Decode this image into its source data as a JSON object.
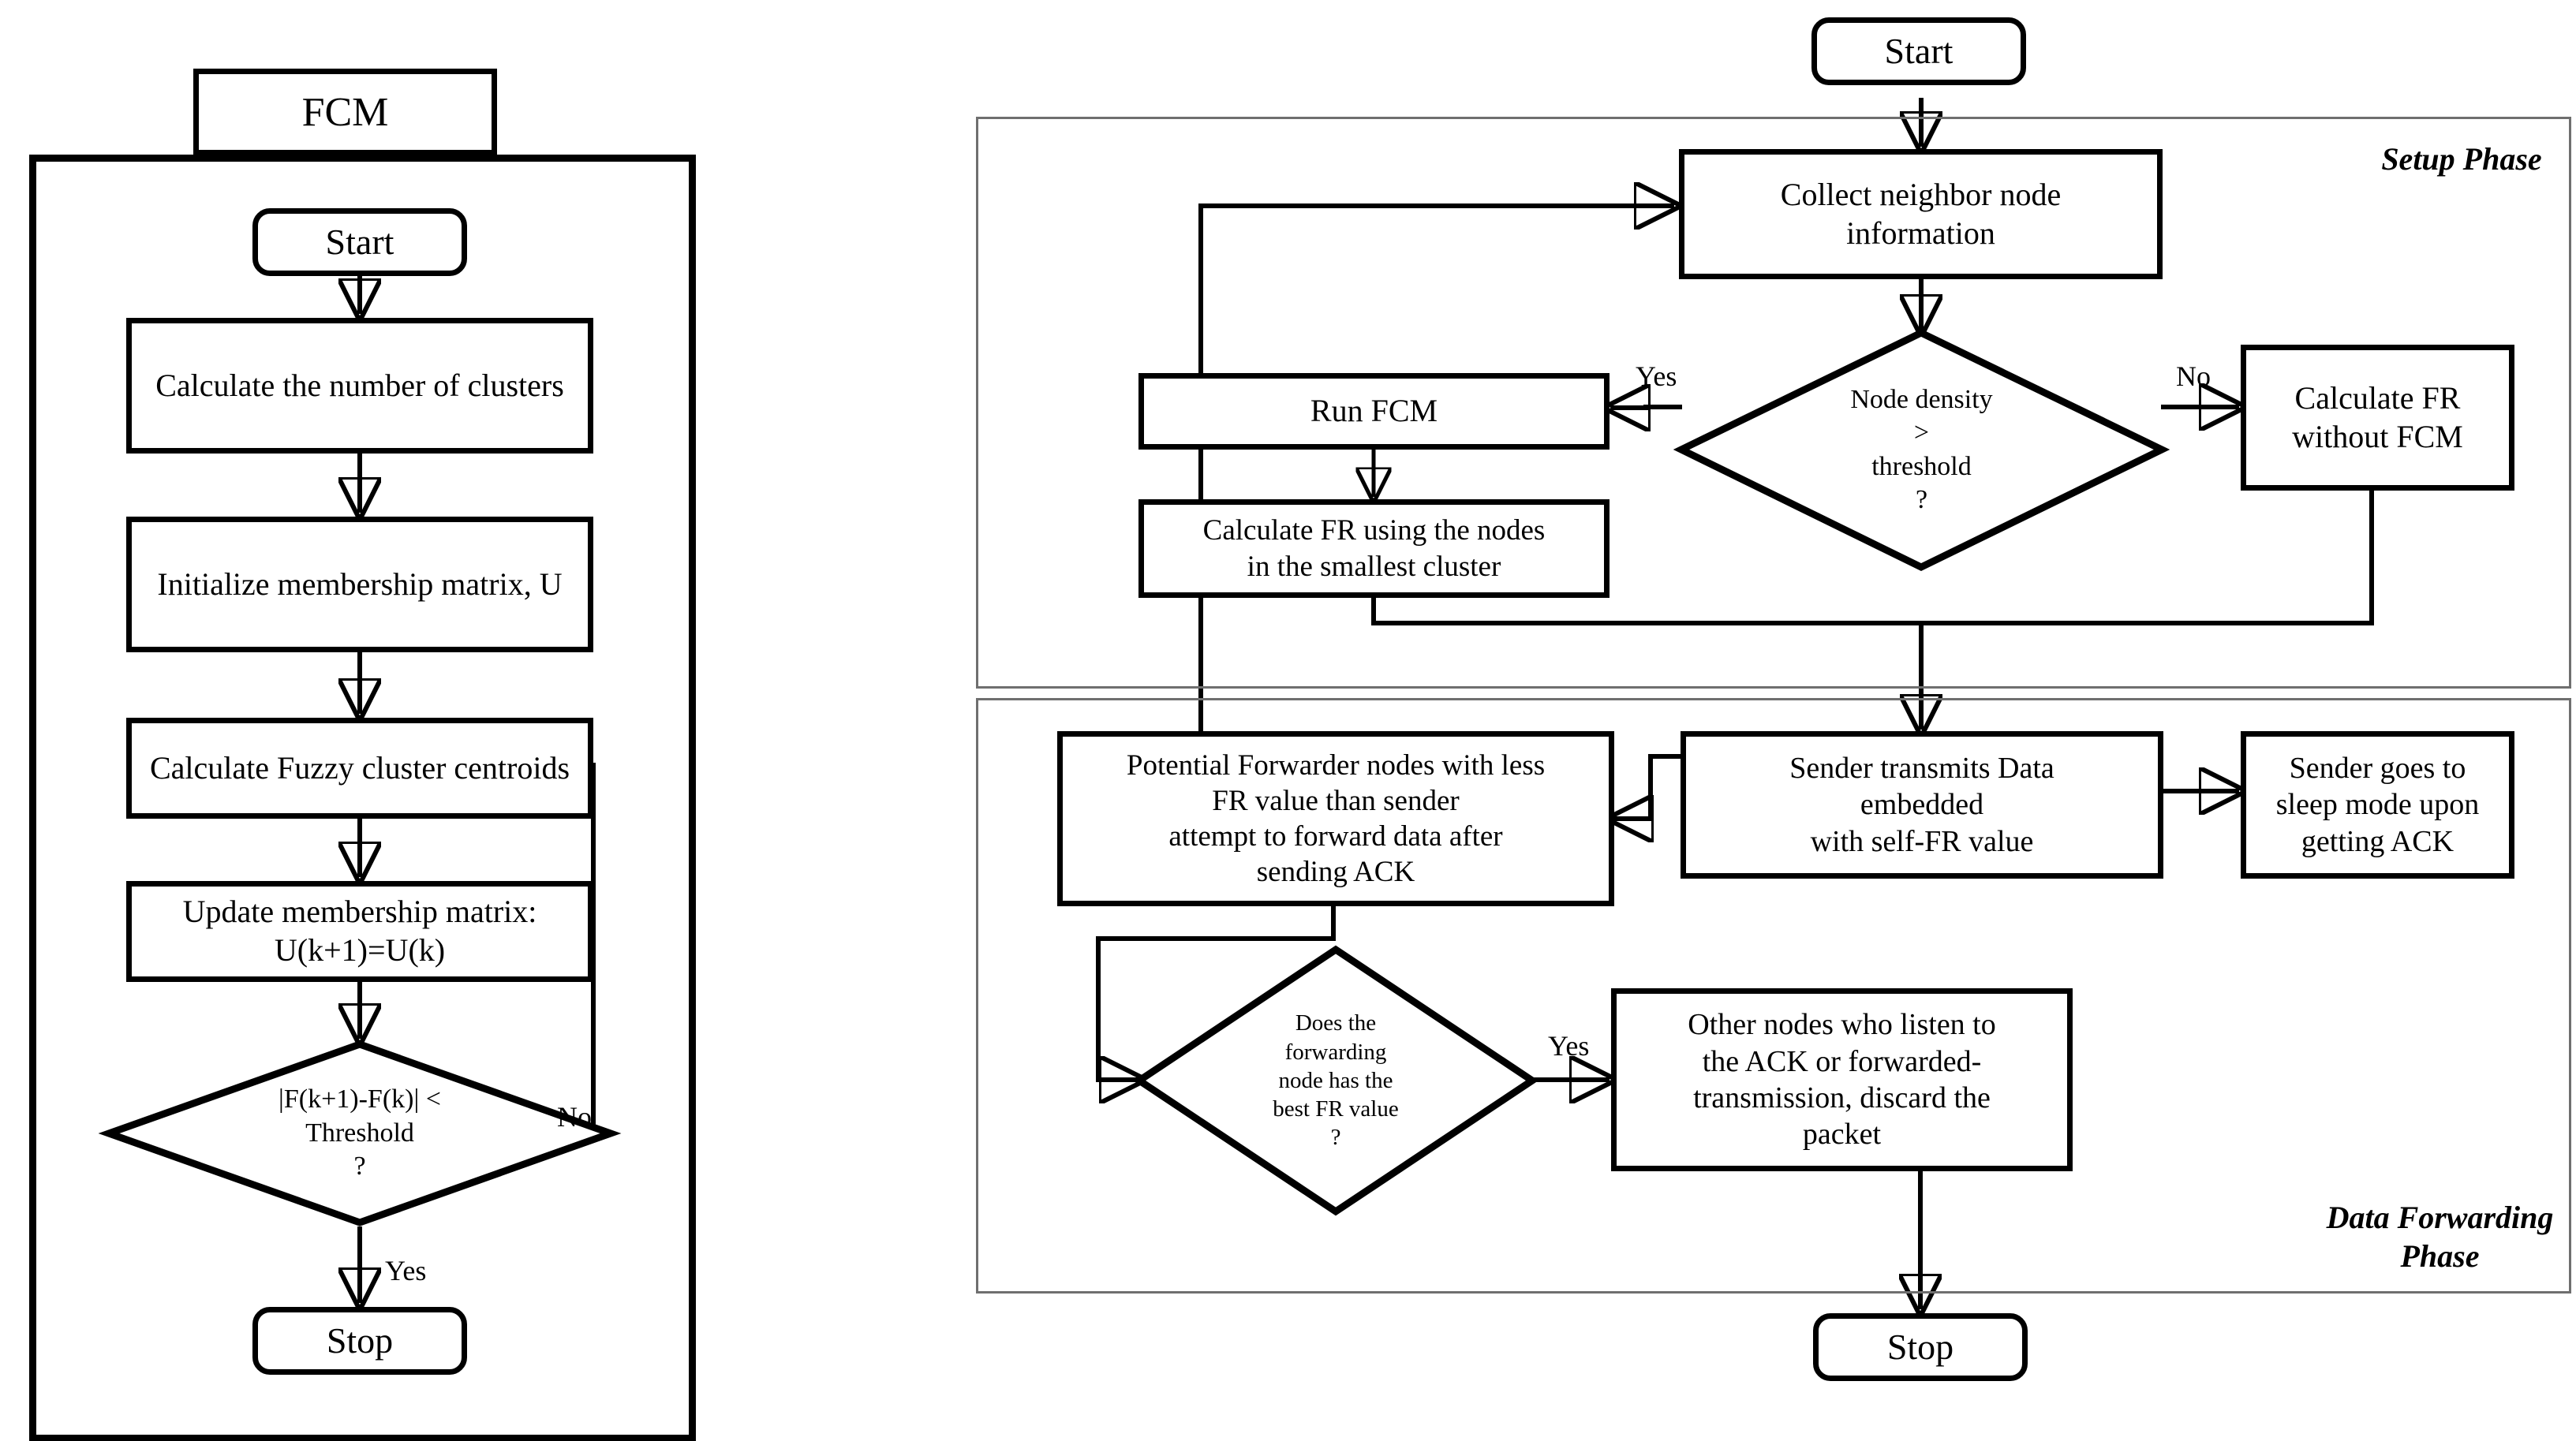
{
  "diagram": {
    "title_tab": "FCM",
    "left_chart": {
      "name": "FCM algorithm flowchart",
      "nodes": {
        "start": "Start",
        "calc_clusters": "Calculate the number of clusters",
        "init_matrix": "Initialize membership matrix, U",
        "calc_centroids": "Calculate Fuzzy cluster centroids",
        "update_matrix": "Update membership matrix: U(k+1)=U(k)",
        "decision": "|F(k+1)-F(k)| < Threshold ?",
        "decision_line1": "|F(k+1)-F(k)| <",
        "decision_line2": "Threshold",
        "decision_line3": "?",
        "stop": "Stop"
      },
      "labels": {
        "no": "No",
        "yes": "Yes"
      }
    },
    "right_chart": {
      "name": "Data forwarding protocol flowchart",
      "start": "Start",
      "stop": "Stop",
      "setup_phase": {
        "label": "Setup Phase",
        "collect": "Collect neighbor node information",
        "collect_line1": "Collect neighbor node",
        "collect_line2": "information",
        "decision_line1": "Node density",
        "decision_line2": ">",
        "decision_line3": "threshold",
        "decision_line4": "?",
        "run_fcm": "Run FCM",
        "calc_fr_cluster_line1": "Calculate FR using the nodes",
        "calc_fr_cluster_line2": "in the smallest cluster",
        "calc_fr_nofcm_line1": "Calculate FR",
        "calc_fr_nofcm_line2": "without FCM",
        "yes": "Yes",
        "no": "No"
      },
      "forwarding_phase": {
        "label_line1": "Data Forwarding",
        "label_line2": "Phase",
        "potential_line1": "Potential Forwarder nodes with less",
        "potential_line2": "FR value than sender",
        "potential_line3": "attempt to forward data after",
        "potential_line4": "sending ACK",
        "sender_tx_line1": "Sender transmits Data",
        "sender_tx_line2": "embedded",
        "sender_tx_line3": "with self-FR value",
        "sender_sleep_line1": "Sender goes to",
        "sender_sleep_line2": "sleep mode upon",
        "sender_sleep_line3": "getting ACK",
        "decision_line1": "Does the",
        "decision_line2": "forwarding",
        "decision_line3": "node has the",
        "decision_line4": "best FR value",
        "decision_line5": "?",
        "other_nodes_line1": "Other nodes who listen to",
        "other_nodes_line2": "the ACK or forwarded-",
        "other_nodes_line3": "transmission, discard the",
        "other_nodes_line4": "packet",
        "yes": "Yes"
      }
    },
    "colors": {
      "stroke": "#000000",
      "group_stroke": "#6f6f6f",
      "background": "#ffffff"
    }
  }
}
